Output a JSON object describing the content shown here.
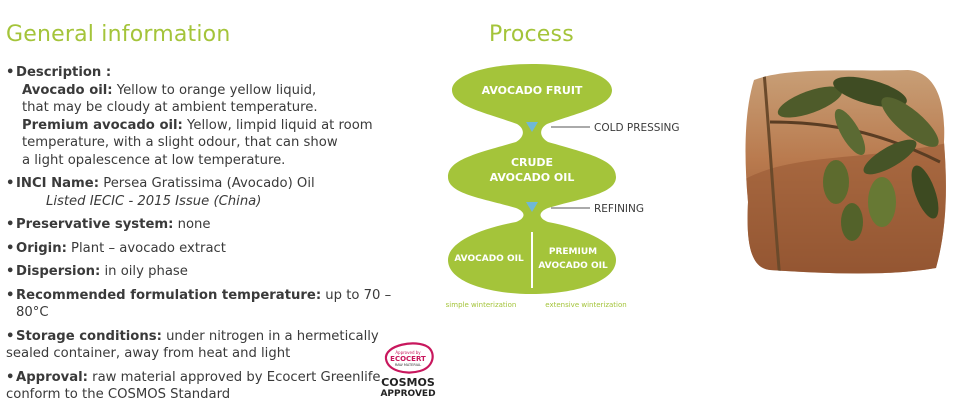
{
  "general": {
    "title": "General information",
    "bullet": "•",
    "description_label": "Description :",
    "avocado_oil_label": "Avocado oil:",
    "avocado_oil_line1": " Yellow to orange yellow liquid,",
    "avocado_oil_line2": "that may be cloudy at ambient temperature.",
    "premium_label": "Premium avocado oil:",
    "premium_line1": " Yellow, limpid liquid at room",
    "premium_line2": "temperature, with a slight odour, that can show",
    "premium_line3": "a light opalescence at low temperature.",
    "inci_label": "INCI Name:",
    "inci_value": " Persea Gratissima (Avocado) Oil",
    "inci_listed": "Listed IECIC - 2015 Issue (China)",
    "preservative_label": "Preservative system:",
    "preservative_value": " none",
    "origin_label": "Origin:",
    "origin_value": " Plant – avocado extract",
    "dispersion_label": "Dispersion:",
    "dispersion_value": " in oily phase",
    "temperature_label": "Recommended formulation temperature:",
    "temperature_value": " up to 70 – 80°C",
    "storage_label": "Storage conditions:",
    "storage_line1": " under nitrogen in a hermetically",
    "storage_line2": "sealed container, away from heat and light",
    "approval_label": "Approval:",
    "approval_line1": " raw material approved by Ecocert Greenlife,",
    "approval_line2": "conform to the COSMOS Standard"
  },
  "logo": {
    "small_top": "Approved by",
    "ecocert": "ECOCERT",
    "small_bottom": "RAW MATERIAL",
    "cosmos": "COSMOS",
    "approved": "APPROVED"
  },
  "process": {
    "title": "Process",
    "fruit": "AVOCADO FRUIT",
    "step1": "COLD PRESSING",
    "crude_line1": "CRUDE",
    "crude_line2": "AVOCADO OIL",
    "step2": "REFINING",
    "avocado_oil": "AVOCADO OIL",
    "premium_line1": "PREMIUM",
    "premium_line2": "AVOCADO OIL",
    "note_left": "simple winterization",
    "note_right": "extensive winterization"
  },
  "colors": {
    "green": "#a4c43a",
    "light_blue": "#6fb8d6",
    "logo_red": "#c8175d"
  }
}
